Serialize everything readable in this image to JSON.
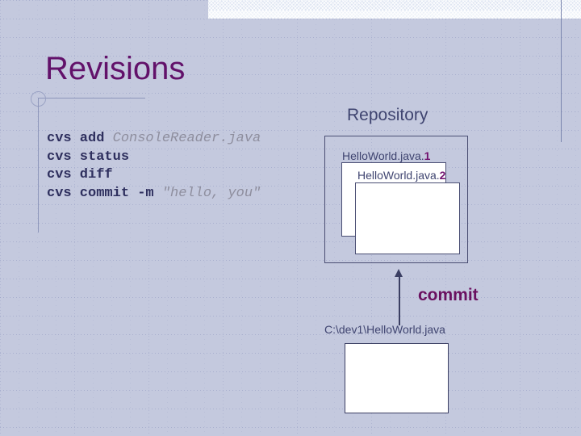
{
  "slide": {
    "title": "Revisions",
    "accent_purple": "#62116a",
    "ink_navy": "#3f4470",
    "grid_color": "#929ac2"
  },
  "commands": {
    "lines": [
      {
        "cmd": "cvs add ",
        "arg": "ConsoleReader.java"
      },
      {
        "cmd": "cvs status",
        "arg": ""
      },
      {
        "cmd": "cvs diff",
        "arg": ""
      },
      {
        "cmd": "cvs commit -m ",
        "arg": "\"hello, you\""
      }
    ]
  },
  "repository": {
    "label": "Repository",
    "files": [
      {
        "name": "HelloWorld.java.",
        "version": "1"
      },
      {
        "name": "HelloWorld.java.",
        "version": "2"
      }
    ]
  },
  "workspace": {
    "arrow_label": "commit",
    "path": "C:\\dev1\\HelloWorld.java"
  },
  "icons": {
    "bullet": "circle-bullet-icon",
    "arrow": "arrow-up-icon"
  }
}
